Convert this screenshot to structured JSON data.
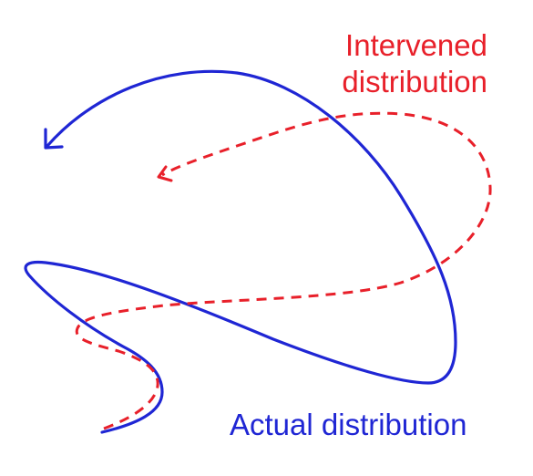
{
  "labels": {
    "intervened": {
      "line1": "Intervened",
      "line2": "distribution",
      "color": "#e8202a"
    },
    "actual": {
      "text": "Actual distribution",
      "color": "#1f26d4"
    }
  },
  "curves": {
    "actual": {
      "color": "#1f26d4",
      "style": "solid",
      "arrow": "open-arrowhead"
    },
    "intervened": {
      "color": "#e8202a",
      "style": "dashed",
      "arrow": "open-arrowhead"
    }
  }
}
